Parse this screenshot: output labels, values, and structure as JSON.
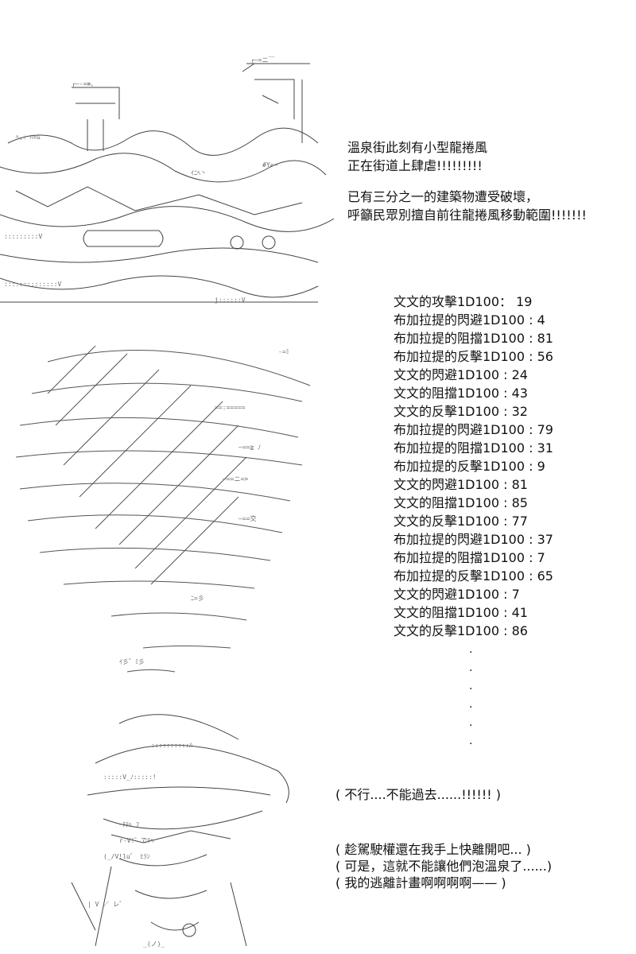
{
  "narration": {
    "line1": "溫泉街此刻有小型龍捲風",
    "line2": "正在街道上肆虐!!!!!!!!!",
    "line3": "已有三分之一的建築物遭受破壞，",
    "line4": "呼籲民眾別擅自前往龍捲風移動範圍!!!!!!!"
  },
  "rolls": [
    "文文的攻擊1D100： 19",
    "布加拉提的閃避1D100 : 4",
    "布加拉提的阻擋1D100 : 81",
    "布加拉提的反擊1D100 : 56",
    "文文的閃避1D100 : 24",
    "文文的阻擋1D100 : 43",
    "文文的反擊1D100 : 32",
    "布加拉提的閃避1D100 : 79",
    "布加拉提的阻擋1D100 : 31",
    "布加拉提的反擊1D100 : 9",
    "文文的閃避1D100 : 81",
    "文文的阻擋1D100 : 85",
    "文文的反擊1D100 : 77",
    "布加拉提的閃避1D100 : 37",
    "布加拉提的阻擋1D100 : 7",
    "布加拉提的反擊1D100 : 65",
    "文文的閃避1D100 : 7",
    "文文的阻擋1D100 : 41",
    "文文的反擊1D100 : 86"
  ],
  "dots": [
    ".",
    ".",
    ".",
    ".",
    ".",
    "."
  ],
  "thought": "( 不行....不能過去......!!!!!! )",
  "monologue": {
    "line1": "( 趁駕駛權還在我手上快離開吧... )",
    "line2": "( 可是，這就不能讓他們泡溫泉了......)",
    "line3": "( 我的逃離計畫啊啊啊啊—— )"
  },
  "art": {
    "panel1": "ascii-crowd-art",
    "panel2": "ascii-tornado-art",
    "panel3": "ascii-character-art"
  }
}
